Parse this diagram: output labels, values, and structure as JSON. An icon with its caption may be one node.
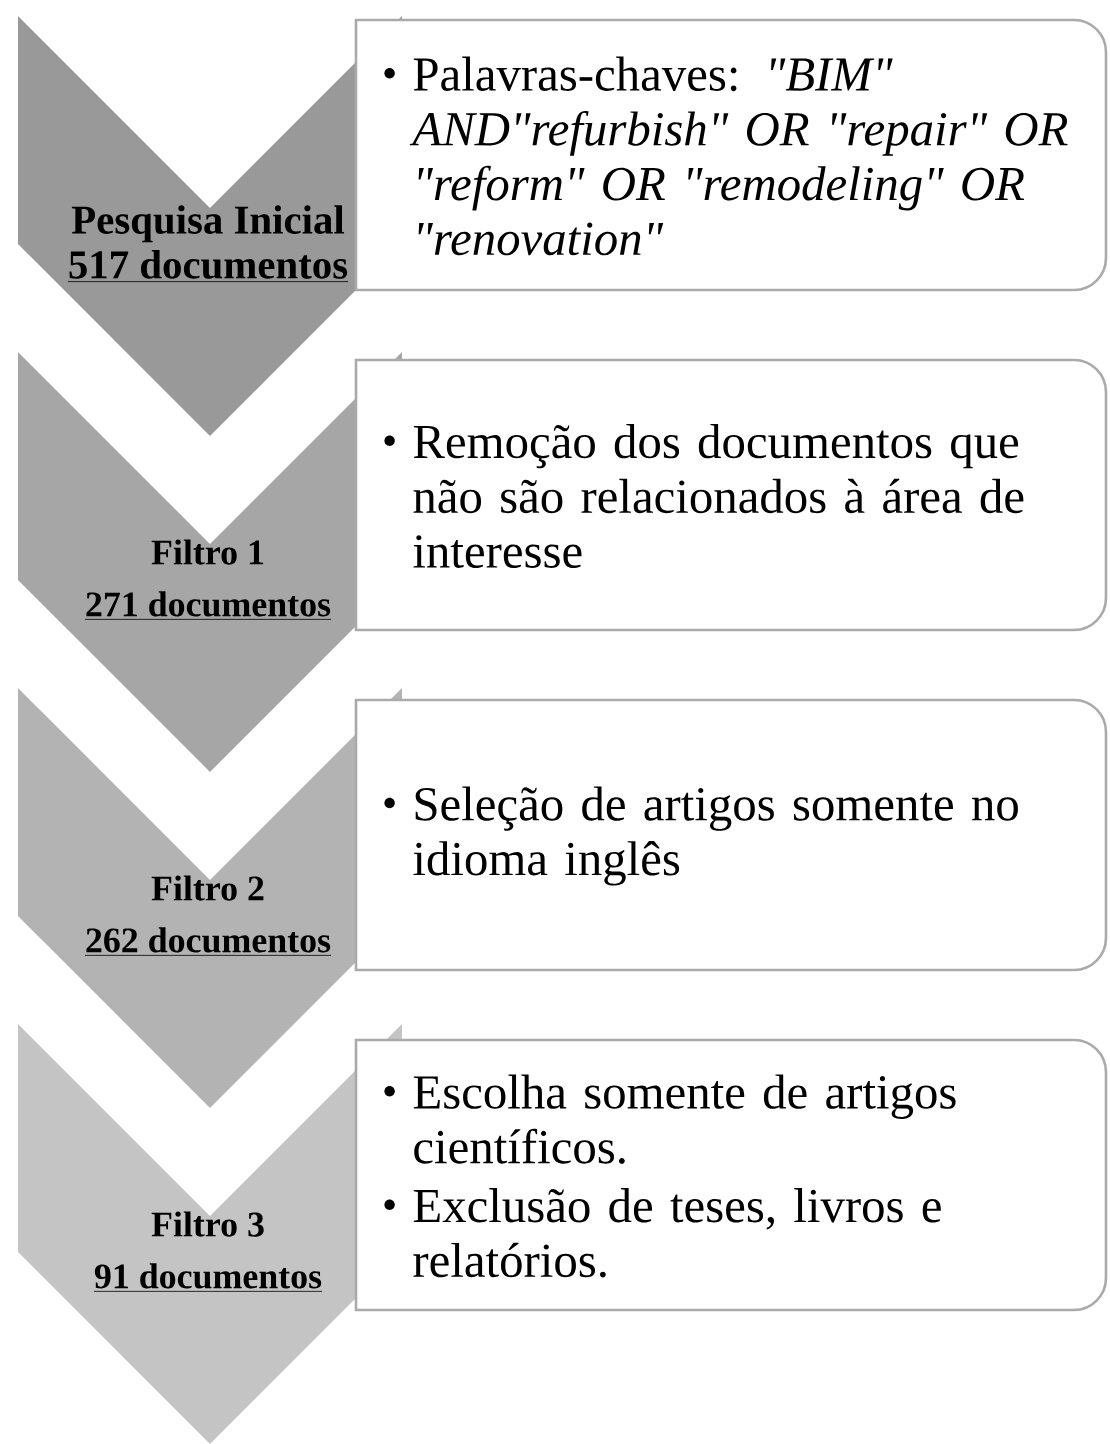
{
  "diagram": {
    "nodes": [
      {
        "text": [
          "Pesquisa Inicial",
          "517 documentos"
        ]
      },
      {
        "text": [
          "Palavras-chaves: *\"BIM\" AND\"refurbish\" OR \"repair\" OR \"reform\" OR \"remodeling\" OR \"renovation\"*"
        ]
      },
      {
        "text": [
          "Filtro 1",
          "271 documentos"
        ]
      },
      {
        "text": [
          "Remoção dos documentos que não são relacionados à área de interesse"
        ]
      },
      {
        "text": [
          "Filtro 2",
          "262 documentos"
        ]
      },
      {
        "text": [
          "Seleção de artigos somente no idioma inglês"
        ]
      },
      {
        "text": [
          "Filtro 3",
          "91 documentos"
        ]
      },
      {
        "text": [
          "Escolha somente de artigos científicos.",
          "Exclusão de teses, livros e relatórios."
        ]
      }
    ]
  }
}
